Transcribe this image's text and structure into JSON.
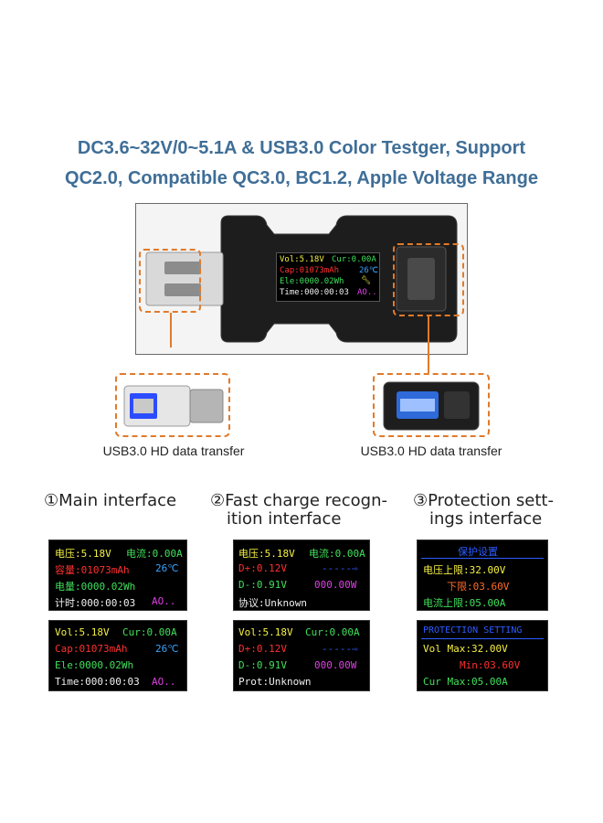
{
  "headline": {
    "line1": "DC3.6~32V/0~5.1A & USB3.0 Color Testger, Support",
    "line2": "QC2.0, Compatible QC3.0, BC1.2, Apple Voltage Range"
  },
  "device_screen": {
    "vol": "Vol:5.18V",
    "cur": "Cur:0.00A",
    "cap": "Cap:01073mAh",
    "temp": "26℃",
    "ele": "Ele:0000.02Wh",
    "time": "Time:000:00:03",
    "ao": "AO.."
  },
  "captions": {
    "left": "USB3.0 HD data transfer",
    "right": "USB3.0 HD data transfer"
  },
  "sections": [
    {
      "title": "①Main interface"
    },
    {
      "title": "②Fast charge recogn-",
      "title2": "ition interface"
    },
    {
      "title": "③Protection sett-",
      "title2": "ings interface"
    }
  ],
  "screens": {
    "main_cn": {
      "vol": "电压:5.18V",
      "cur": "电流:0.00A",
      "cap": "容量:01073mAh",
      "temp": "26℃",
      "ele": "电量:0000.02Wh",
      "time": "计时:000:00:03",
      "ao": "AO.."
    },
    "main_en": {
      "vol": "Vol:5.18V",
      "cur": "Cur:0.00A",
      "cap": "Cap:01073mAh",
      "temp": "26℃",
      "ele": "Ele:0000.02Wh",
      "time": "Time:000:00:03",
      "ao": "AO.."
    },
    "fast_cn": {
      "vol": "电压:5.18V",
      "cur": "电流:0.00A",
      "dp": "D+:0.12V",
      "dm": "D-:0.91V",
      "power": "000.00W",
      "proto": "协议:Unknown"
    },
    "fast_en": {
      "vol": "Vol:5.18V",
      "cur": "Cur:0.00A",
      "dp": "D+:0.12V",
      "dm": "D-:0.91V",
      "power": "000.00W",
      "proto": "Prot:Unknown"
    },
    "prot_cn": {
      "header": "保护设置",
      "vmax": "电压上限:32.00V",
      "vmin": "下限:03.60V",
      "cmax": "电流上限:05.00A"
    },
    "prot_en": {
      "header": "PROTECTION SETTING",
      "vmax": "Vol Max:32.00V",
      "vmin": "Min:03.60V",
      "cmax": "Cur Max:05.00A"
    }
  },
  "colors": {
    "accent": "#e07a2a",
    "headline": "#3f6e97"
  }
}
